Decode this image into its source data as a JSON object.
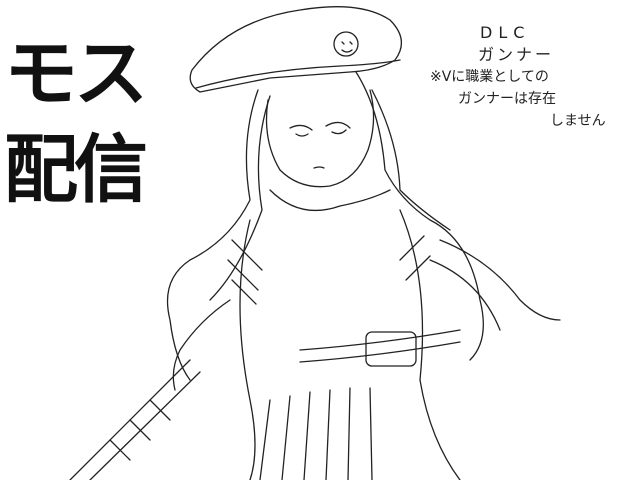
{
  "title": {
    "line1": "モス",
    "line2": "配信"
  },
  "note": {
    "line1": "DLC",
    "line2": "ガンナー",
    "line3": "※Vに職業としての",
    "line4": "ガンナーは存在",
    "line5": "しません"
  },
  "colors": {
    "ink": "#222222",
    "paper": "#ffffff"
  }
}
